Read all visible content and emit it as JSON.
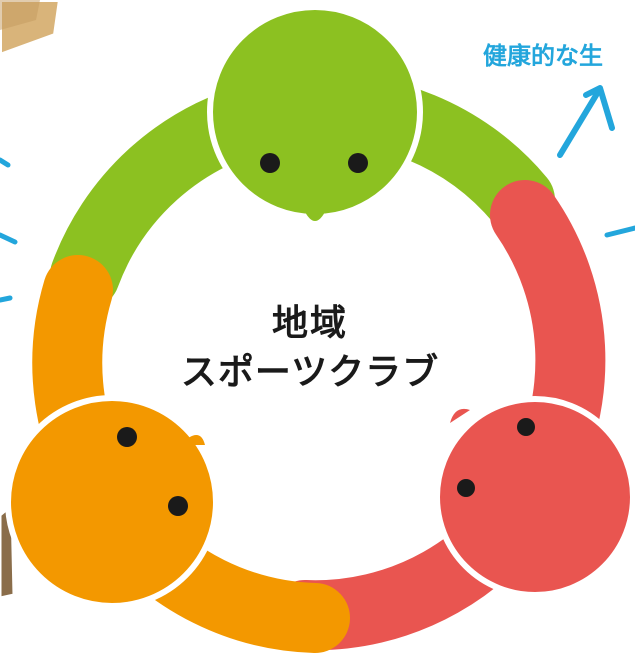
{
  "center": {
    "line1": "地域",
    "line2": "スポーツクラブ"
  },
  "top_right_text": "健康的な生",
  "colors": {
    "green": "#8cc121",
    "red": "#e95550",
    "orange": "#f39800",
    "blue": "#23a6dc",
    "text": "#1a1a1a",
    "photo": "#d9b47a"
  },
  "icons": [
    "green-character-icon",
    "red-character-icon",
    "orange-character-icon",
    "arrow-icon"
  ]
}
